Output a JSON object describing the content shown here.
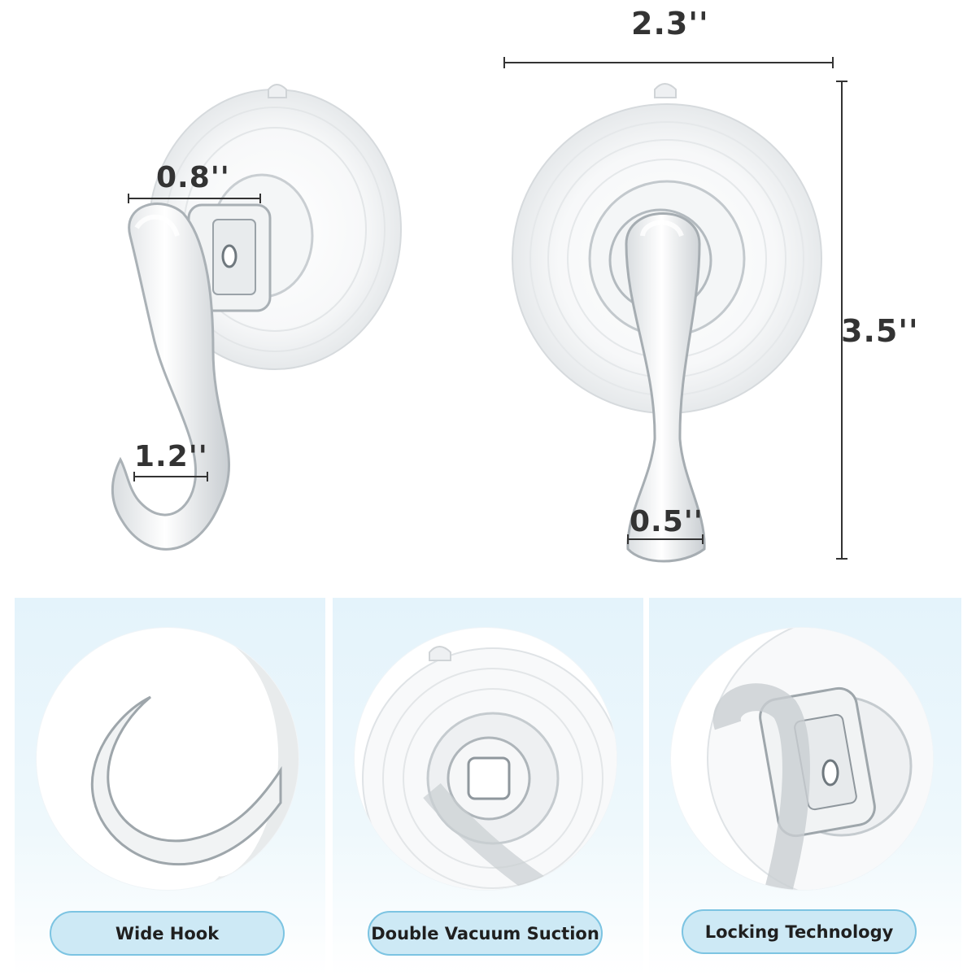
{
  "dimensions": {
    "width": "2.3''",
    "height": "3.5''",
    "neck": "0.8''",
    "hook_opening": "1.2''",
    "tip": "0.5''"
  },
  "features": [
    {
      "label": "Wide Hook",
      "icon": "hook-closeup-icon"
    },
    {
      "label": "Double Vacuum Suction",
      "icon": "suction-cup-icon"
    },
    {
      "label": "Locking Technology",
      "icon": "lock-mechanism-icon"
    }
  ],
  "colors": {
    "panel_background": "#e4f3fb",
    "pill_fill": "#cde9f5",
    "pill_border": "#7cc4e2",
    "dimension_line": "#333333",
    "hook_outline": "#b9bfc4"
  }
}
